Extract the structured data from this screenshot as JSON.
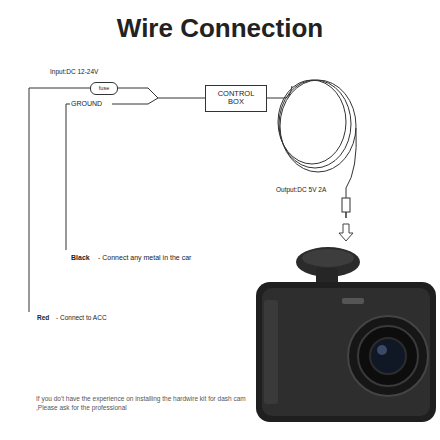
{
  "diagram": {
    "title": "Wire Connection",
    "nodes": [
      {
        "text": [
          "fuse"
        ]
      },
      {
        "text": [
          "CONTROL BOX"
        ]
      }
    ],
    "edges": [
      {
        "from": 0,
        "to": 1,
        "arrow": "none"
      }
    ],
    "labels": [
      "Input:DC 12-24V",
      "GROUND",
      "Output:DC 5V 2A",
      "Black",
      "- Connect any metal in the car",
      "Red",
      "- Connect to ACC",
      "If you do't have the experience on installing the hardwire kit for dash cam ,Please ask for the professional"
    ]
  }
}
